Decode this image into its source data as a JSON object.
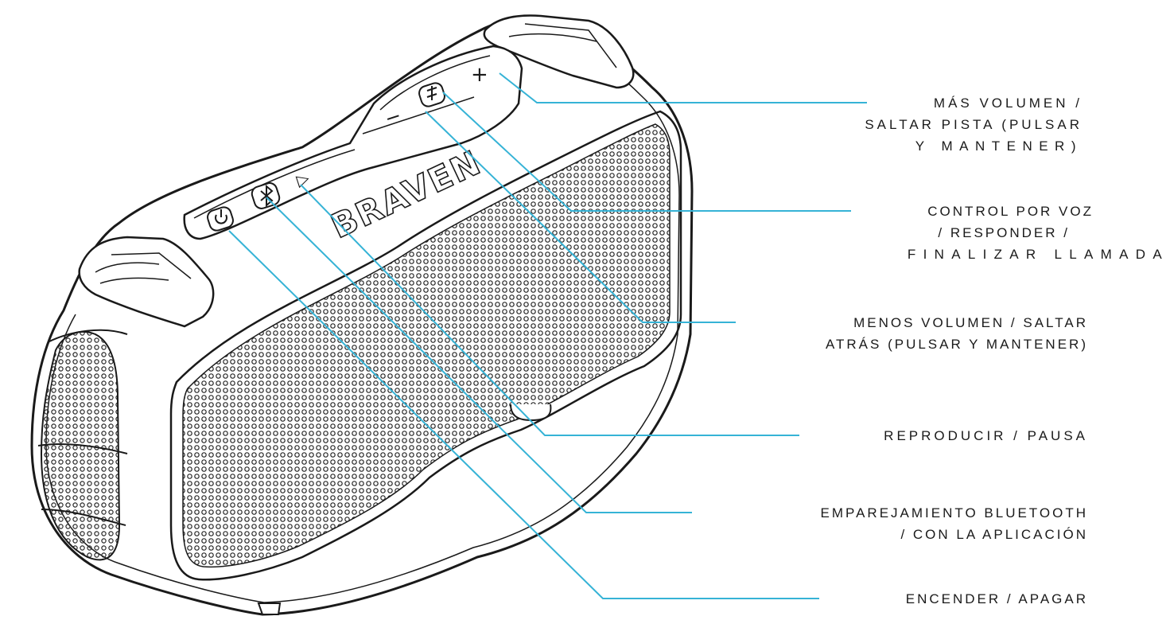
{
  "brand": "BRAVEN",
  "button_symbols": {
    "plus": "+",
    "minus": "−",
    "play": "▷"
  },
  "callouts": [
    {
      "id": "volume-up",
      "lines": [
        "MÁS VOLUMEN /",
        "SALTAR PISTA (PULSAR",
        "Y MANTENER)"
      ]
    },
    {
      "id": "voice-control",
      "lines": [
        "CONTROL POR VOZ",
        "/ RESPONDER /",
        "FINALIZAR LLAMADA"
      ]
    },
    {
      "id": "volume-down",
      "lines": [
        "MENOS VOLUMEN / SALTAR",
        "ATRÁS (PULSAR Y MANTENER)"
      ]
    },
    {
      "id": "play-pause",
      "lines": [
        "REPRODUCIR / PAUSA"
      ]
    },
    {
      "id": "bluetooth-pairing",
      "lines": [
        "EMPAREJAMIENTO BLUETOOTH",
        "/ CON LA APLICACIÓN"
      ]
    },
    {
      "id": "power",
      "lines": [
        "ENCENDER / APAGAR"
      ]
    }
  ],
  "colors": {
    "leader_line": "#36b3d6",
    "outline": "#1a1a1a",
    "grille_dot": "#2a2a2a",
    "background": "#ffffff"
  }
}
